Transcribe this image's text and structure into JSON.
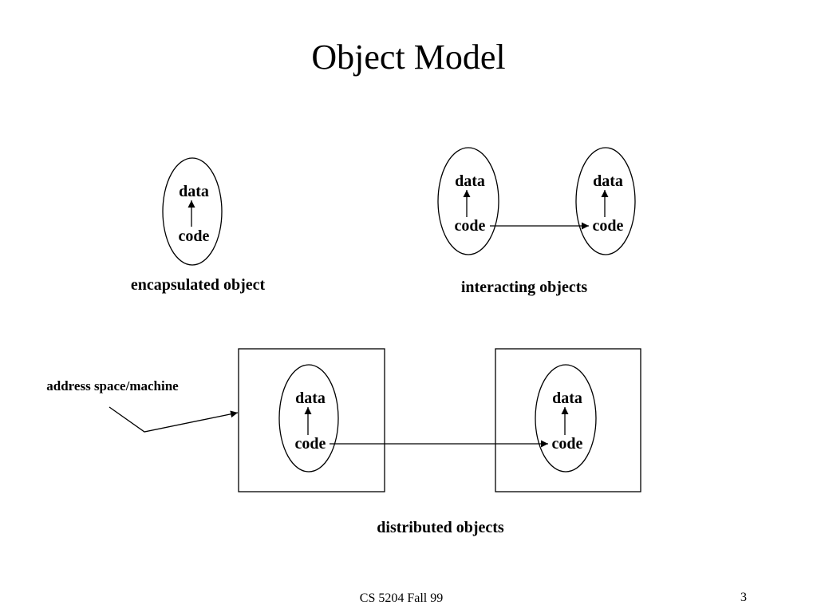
{
  "slide": {
    "title": "Object Model",
    "footer": "CS 5204 Fall 99",
    "page_number": "3"
  },
  "encapsulated": {
    "data_label": "data",
    "code_label": "code",
    "caption": "encapsulated object"
  },
  "interacting": {
    "left": {
      "data_label": "data",
      "code_label": "code"
    },
    "right": {
      "data_label": "data",
      "code_label": "code"
    },
    "caption": "interacting objects"
  },
  "distributed": {
    "address_space_label": "address space/machine",
    "left": {
      "data_label": "data",
      "code_label": "code"
    },
    "right": {
      "data_label": "data",
      "code_label": "code"
    },
    "caption": "distributed objects"
  }
}
